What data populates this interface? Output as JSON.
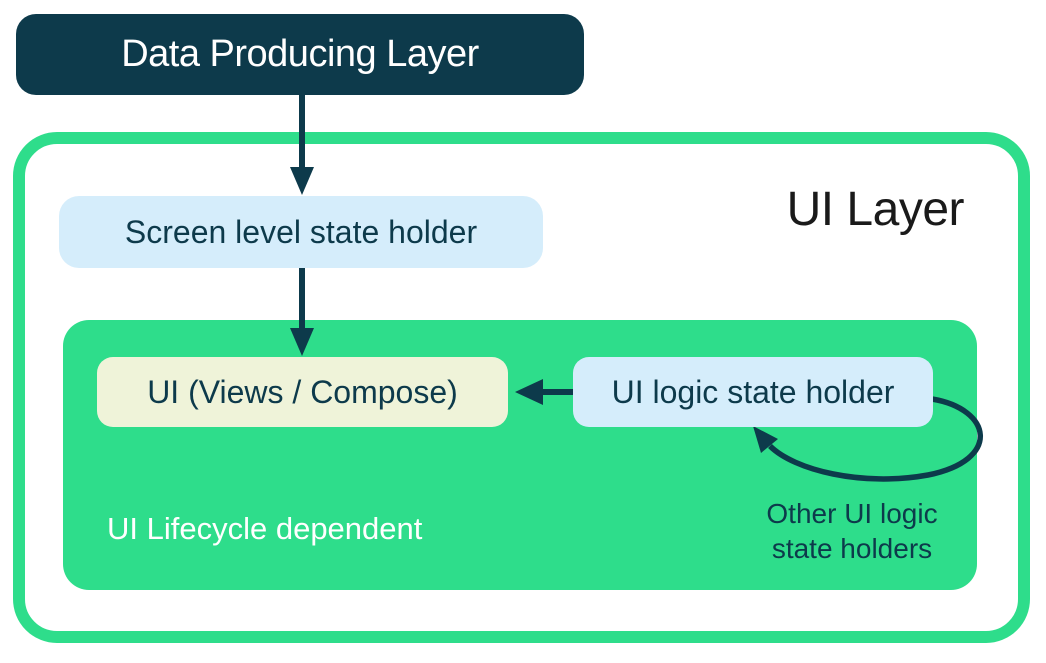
{
  "palette": {
    "navy": "#0d3a4b",
    "green": "#2edd8b",
    "light_blue": "#d5edfb",
    "cream": "#eff3d9",
    "ui_layer_title": "#1a1a1a"
  },
  "nodes": {
    "data_producing_layer": {
      "label": "Data Producing Layer"
    },
    "ui_layer": {
      "label": "UI Layer"
    },
    "screen_level_state_holder": {
      "label": "Screen level state holder"
    },
    "ui_views_compose": {
      "label": "UI (Views / Compose)"
    },
    "ui_logic_state_holder": {
      "label": "UI logic state holder"
    },
    "ui_lifecycle_note": {
      "label": "UI Lifecycle dependent"
    },
    "other_ui_logic_note": {
      "line1": "Other UI logic",
      "line2": "state holders"
    }
  },
  "edges": [
    {
      "from": "data_producing_layer",
      "to": "screen_level_state_holder",
      "type": "straight-down-arrow"
    },
    {
      "from": "screen_level_state_holder",
      "to": "ui_views_compose",
      "type": "straight-down-arrow"
    },
    {
      "from": "ui_logic_state_holder",
      "to": "ui_views_compose",
      "type": "straight-left-arrow"
    },
    {
      "from": "other_ui_logic_state_holders",
      "to": "ui_logic_state_holder",
      "type": "curved-loop-arrow"
    }
  ]
}
